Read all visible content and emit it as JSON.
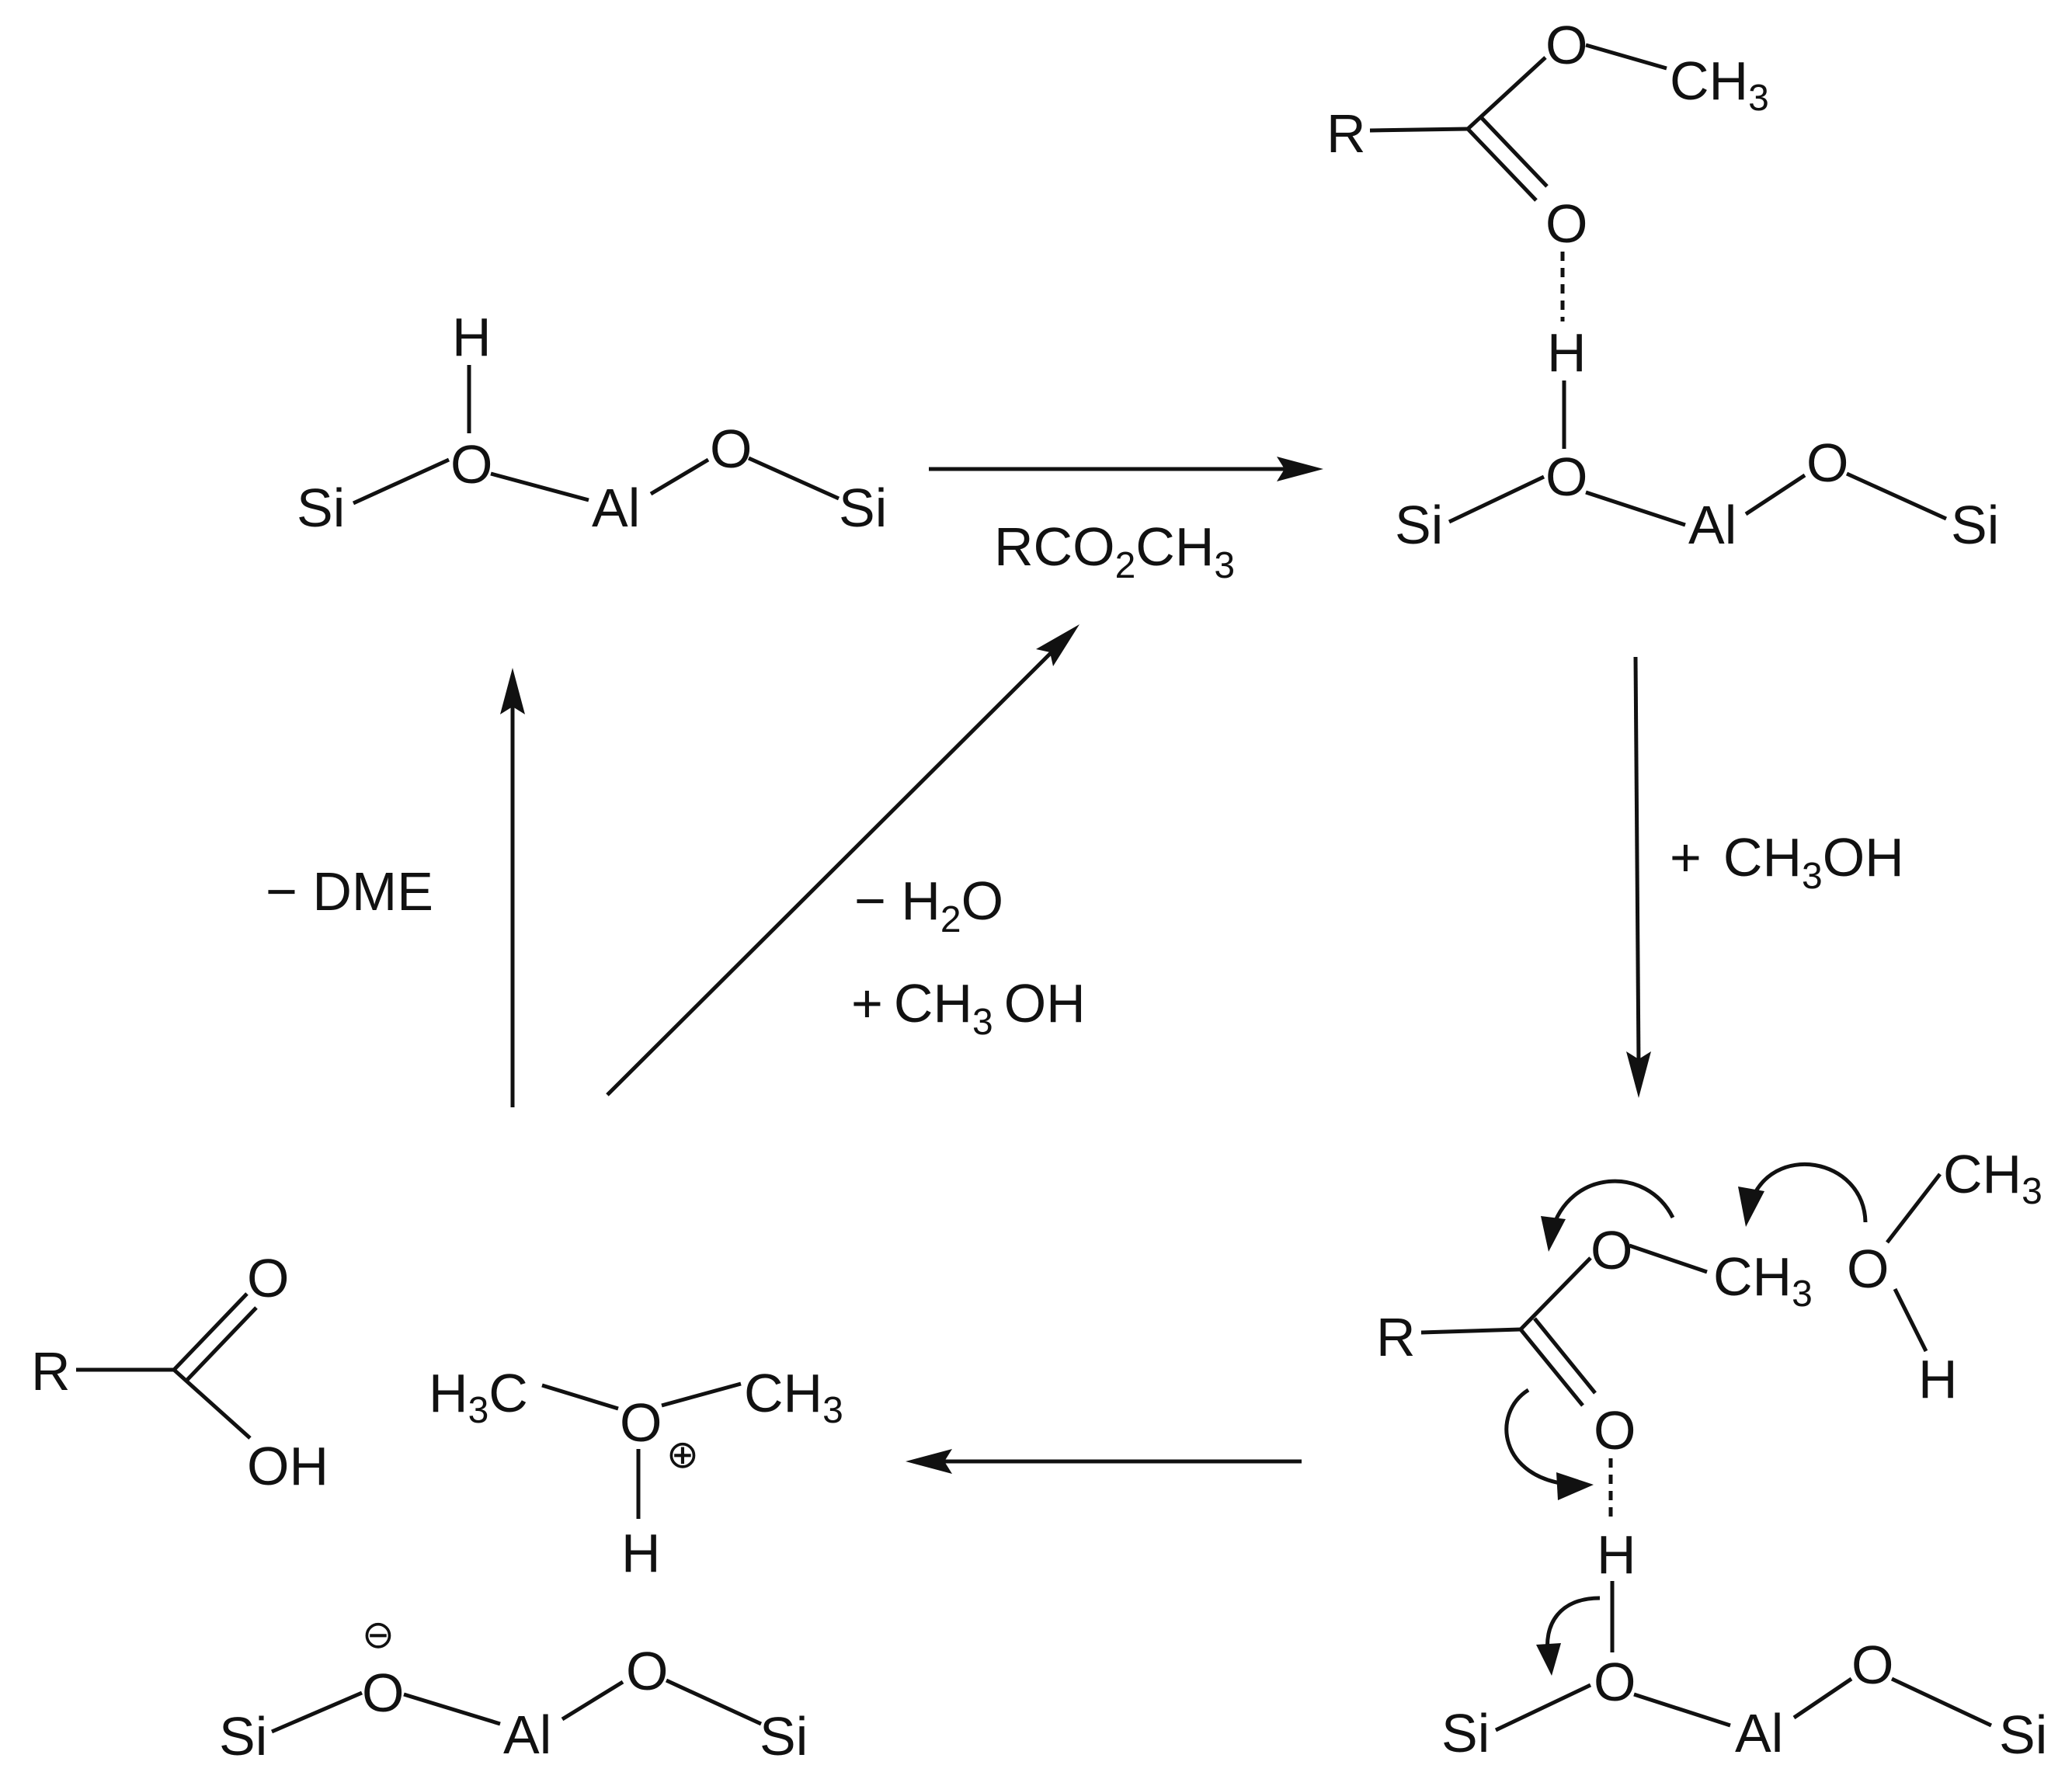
{
  "atoms": {
    "si": "Si",
    "o": "O",
    "al": "Al",
    "h": "H",
    "r": "R",
    "c": "C",
    "oh": "OH",
    "ch3_base": "CH",
    "sub3": "3",
    "sub2": "2",
    "h3_base": "H",
    "minus_charge": "⊖",
    "plus_charge": "⊕"
  },
  "reagents": {
    "top_arrow": {
      "r_co": "RCO",
      "sub2": "2",
      "ch": "CH",
      "sub3": "3"
    },
    "right_arrow": {
      "plus": "+",
      "ch": "CH",
      "sub3": "3",
      "oh": "OH"
    },
    "left_up_arrow": {
      "minus_dme": "− DME"
    },
    "diagonal_arrow": {
      "minus_h": "− H",
      "sub2": "2",
      "o": "O",
      "plus": "+",
      "ch": "CH",
      "sub3": "3",
      "oh": "OH"
    }
  }
}
